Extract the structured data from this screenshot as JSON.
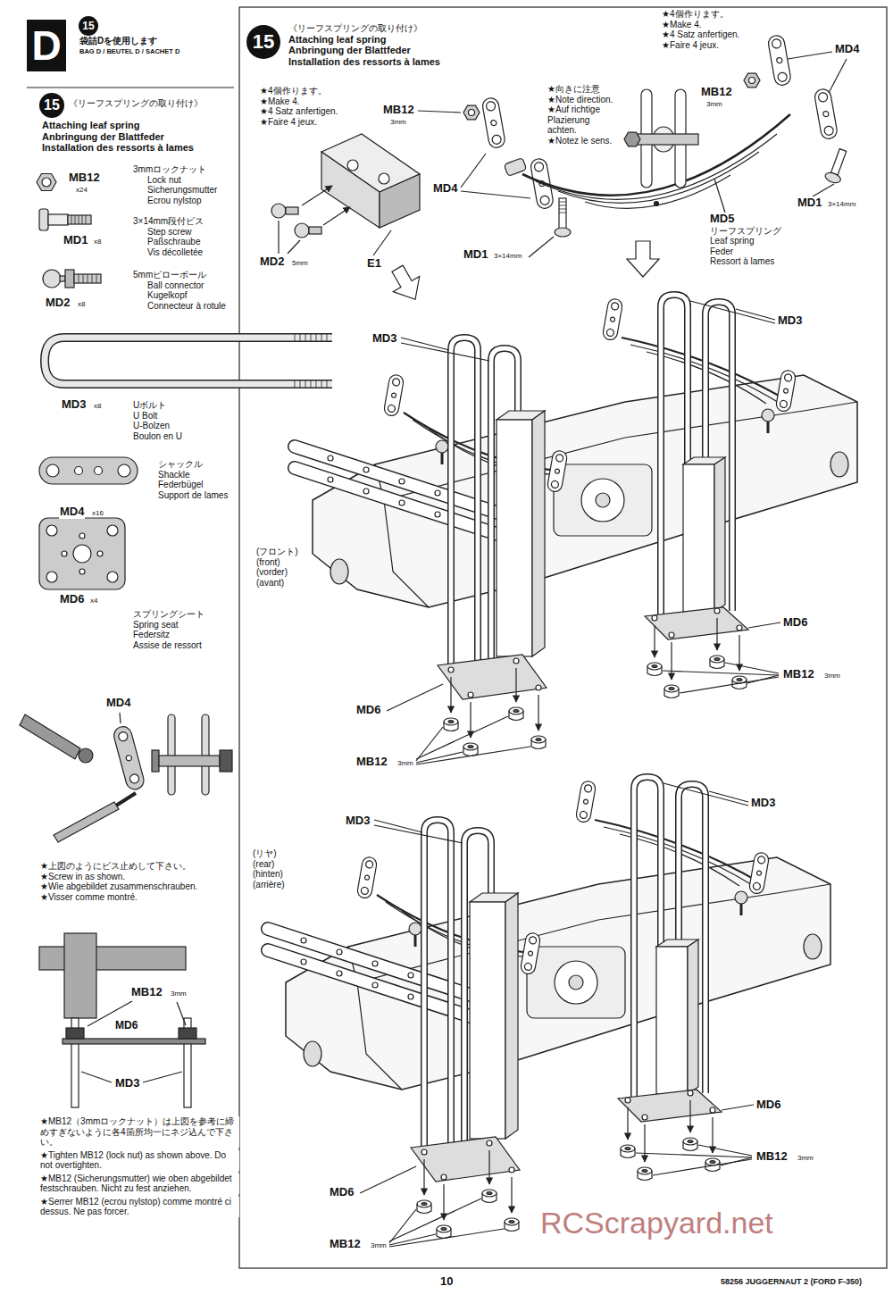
{
  "diagram": {
    "nodes": [
      {
        "text": [
          "D"
        ]
      },
      {
        "text": [
          "15"
        ]
      },
      {
        "text": [
          "15"
        ]
      },
      {
        "text": [
          "15"
        ]
      }
    ],
    "labels": [
      "袋詰Dを使用します",
      "BAG D / BEUTEL D / SACHET D",
      "《リーフスプリングの取り付け》",
      "Attaching leaf spring",
      "Anbringung der Blattfeder",
      "Installation des ressorts à lames",
      "MB12",
      "x24",
      "3mmロックナット",
      "Lock nut",
      "Sicherungsmutter",
      "Ecrou nylstop",
      "MD1",
      "x8",
      "3×14mm段付ビス",
      "Step screw",
      "Paßschraube",
      "Vis décolletée",
      "MD2",
      "x8",
      "5mmピローボール",
      "Ball connector",
      "Kugelkopf",
      "Connecteur à rotule",
      "MD3",
      "x8",
      "Uボルト",
      "U Bolt",
      "U-Bolzen",
      "Boulon en U",
      "MD4",
      "x16",
      "シャックル",
      "Shackle",
      "Federbügel",
      "Support de lames",
      "MD6",
      "x4",
      "スプリングシート",
      "Spring seat",
      "Federsitz",
      "Assise de ressort",
      "MD4",
      "★上図のようにビス止めして下さい。",
      "★Screw in as shown.",
      "★Wie abgebildet zusammenschrauben.",
      "★Visser comme montré.",
      "MB12",
      "3mm",
      "MD6",
      "MD3",
      "★MB12（3mmロックナット）は上図を参考に締めすぎないように各4箇所均一にネジ込んで下さい。",
      "★Tighten MB12 (lock nut) as shown above. Do not overtighten.",
      "★MB12 (Sicherungsmutter) wie oben abgebildet festschrauben. Nicht zu fest anziehen.",
      "★Serrer MB12 (ecrou nylstop) comme montré ci dessus. Ne pas forcer.",
      "《リーフスプリングの取り付け》",
      "Attaching leaf spring",
      "Anbringung der Blattfeder",
      "Installation des ressorts à lames",
      "★4個作ります。",
      "★Make 4.",
      "★4 Satz anfertigen.",
      "★Faire 4 jeux.",
      "MD2",
      "5mm",
      "E1",
      "★4個作ります。",
      "★Make 4.",
      "★4 Satz anfertigen.",
      "★Faire 4 jeux.",
      "MB12",
      "3mm",
      "MD4",
      "MD1",
      "3×14mm",
      "★向きに注意",
      "★Note direction.",
      "★Auf richtige Plazierung achten.",
      "★Notez le sens.",
      "MB12",
      "3mm",
      "MD4",
      "MD1",
      "3×14mm",
      "MD5",
      "リーフスプリング",
      "Leaf spring",
      "Feder",
      "Ressort à lames",
      "MD3",
      "MD3",
      "(フロント)",
      "(front)",
      "(vorder)",
      "(avant)",
      "MD6",
      "MB12",
      "3mm",
      "MD6",
      "MB12",
      "3mm",
      "MD3",
      "MD3",
      "(リヤ)",
      "(rear)",
      "(hinten)",
      "(arrière)",
      "MD6",
      "MB12",
      "3mm",
      "MD6",
      "MB12",
      "3mm",
      "10",
      "58256 JUGGERNAUT 2 (FORD F-350)",
      "RCScrapyard.net"
    ]
  }
}
